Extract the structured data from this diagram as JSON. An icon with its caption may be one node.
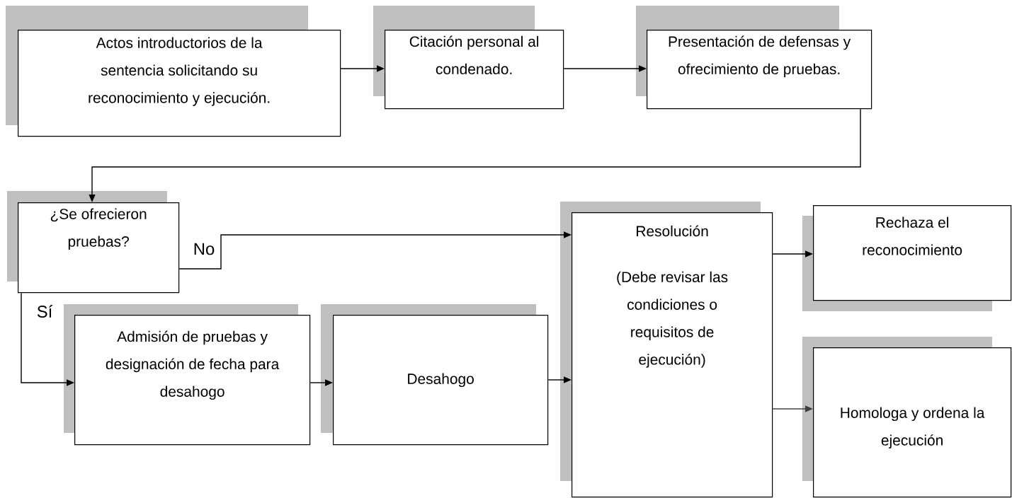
{
  "diagram": {
    "nodes": [
      {
        "text": [
          "Actos introductorios de la sentencia solicitando su reconocimiento y ejecución."
        ]
      },
      {
        "text": [
          "Citación personal al condenado."
        ]
      },
      {
        "text": [
          "Presentación de defensas y ofrecimiento de pruebas."
        ]
      },
      {
        "text": [
          "¿Se ofrecieron pruebas?"
        ]
      },
      {
        "text": [
          "Admisión de pruebas y designación de fecha para desahogo"
        ]
      },
      {
        "text": [
          "Desahogo"
        ]
      },
      {
        "text": [
          "Resolución",
          "(Debe revisar las condiciones o requisitos de ejecución)"
        ]
      },
      {
        "text": [
          "Rechaza el reconocimiento"
        ]
      },
      {
        "text": [
          "Homologa y ordena la ejecución"
        ]
      }
    ],
    "edges": [
      {
        "from": 0,
        "to": 1,
        "arrow": "to"
      },
      {
        "from": 1,
        "to": 2,
        "arrow": "to"
      },
      {
        "from": 2,
        "to": 3,
        "arrow": "to"
      },
      {
        "from": 3,
        "to": 6,
        "arrow": "to",
        "label": "No"
      },
      {
        "from": 3,
        "to": 4,
        "arrow": "to",
        "label": "Sí"
      },
      {
        "from": 4,
        "to": 5,
        "arrow": "to"
      },
      {
        "from": 5,
        "to": 6,
        "arrow": "to"
      },
      {
        "from": 6,
        "to": 7,
        "arrow": "to"
      },
      {
        "from": 6,
        "to": 8,
        "arrow": "to",
        "color": "#404040"
      }
    ]
  }
}
